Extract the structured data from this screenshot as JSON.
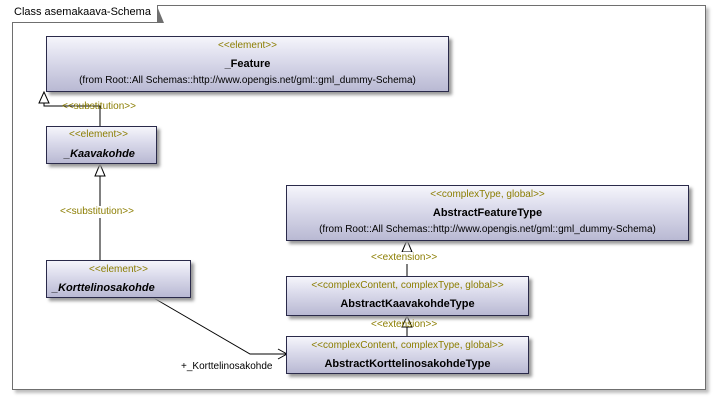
{
  "diagram": {
    "title": "Class asemakaava-Schema"
  },
  "classes": {
    "feature": {
      "stereotype": "<<element>>",
      "name": "_Feature",
      "from": "(from Root::All Schemas::http://www.opengis.net/gml::gml_dummy-Schema)"
    },
    "kaavakohde": {
      "stereotype": "<<element>>",
      "name": "_Kaavakohde"
    },
    "korttelinosakohde": {
      "stereotype": "<<element>>",
      "name": "_Korttelinosakohde"
    },
    "abstract_feature_type": {
      "stereotype": "<<complexType, global>>",
      "name": "AbstractFeatureType",
      "from": "(from Root::All Schemas::http://www.opengis.net/gml::gml_dummy-Schema)"
    },
    "abstract_kaavakohde_type": {
      "stereotype": "<<complexContent, complexType, global>>",
      "name": "AbstractKaavakohdeType"
    },
    "abstract_korttelinosakohde_type": {
      "stereotype": "<<complexContent, complexType, global>>",
      "name": "AbstractKorttelinosakohdeType"
    }
  },
  "relations": {
    "substitution_1": "<<substitution>>",
    "substitution_2": "<<substitution>>",
    "extension_1": "<<extension>>",
    "extension_2": "<<extension>>",
    "association_role": "+_Korttelinosakohde"
  }
}
